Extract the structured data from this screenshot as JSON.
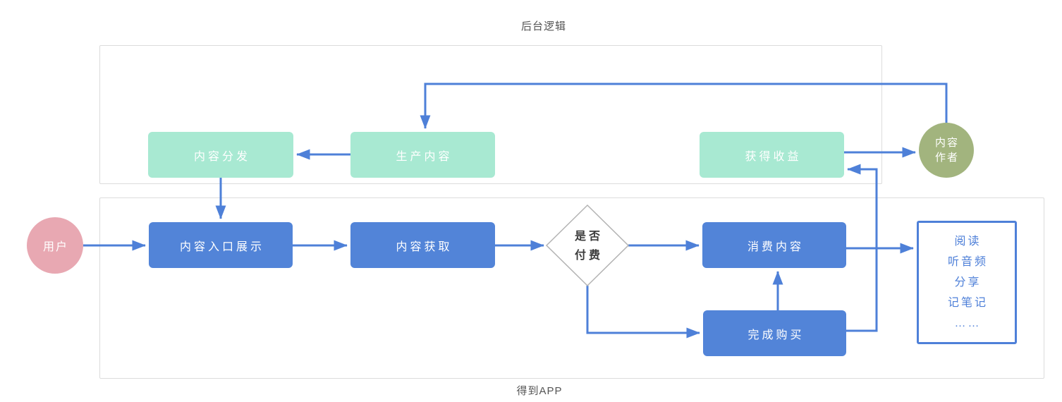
{
  "backend_section": {
    "label": "后台逻辑",
    "nodes": {
      "content_distribution": "内容分发",
      "produce_content": "生产内容",
      "gain_revenue": "获得收益"
    },
    "author_circle": {
      "line1": "内容",
      "line2": "作者"
    }
  },
  "app_section": {
    "label": "得到APP",
    "user_circle": "用户",
    "nodes": {
      "content_entry": "内容入口展示",
      "content_acquisition": "内容获取",
      "consume_content": "消费内容",
      "complete_purchase": "完成购买"
    },
    "decision": {
      "line1": "是否",
      "line2": "付费"
    },
    "actions": {
      "items": [
        "阅读",
        "听音频",
        "分享",
        "记笔记",
        "……"
      ]
    }
  },
  "colors": {
    "process_blue": "#5284d8",
    "process_mint": "#a8e9d2",
    "arrow_blue": "#4e80d8",
    "author_olive": "#a2b47e",
    "user_pink": "#e8a8b2",
    "section_border": "#dcdcdc",
    "diamond_border": "#b3b3b3",
    "section_label_gray": "#555555"
  }
}
